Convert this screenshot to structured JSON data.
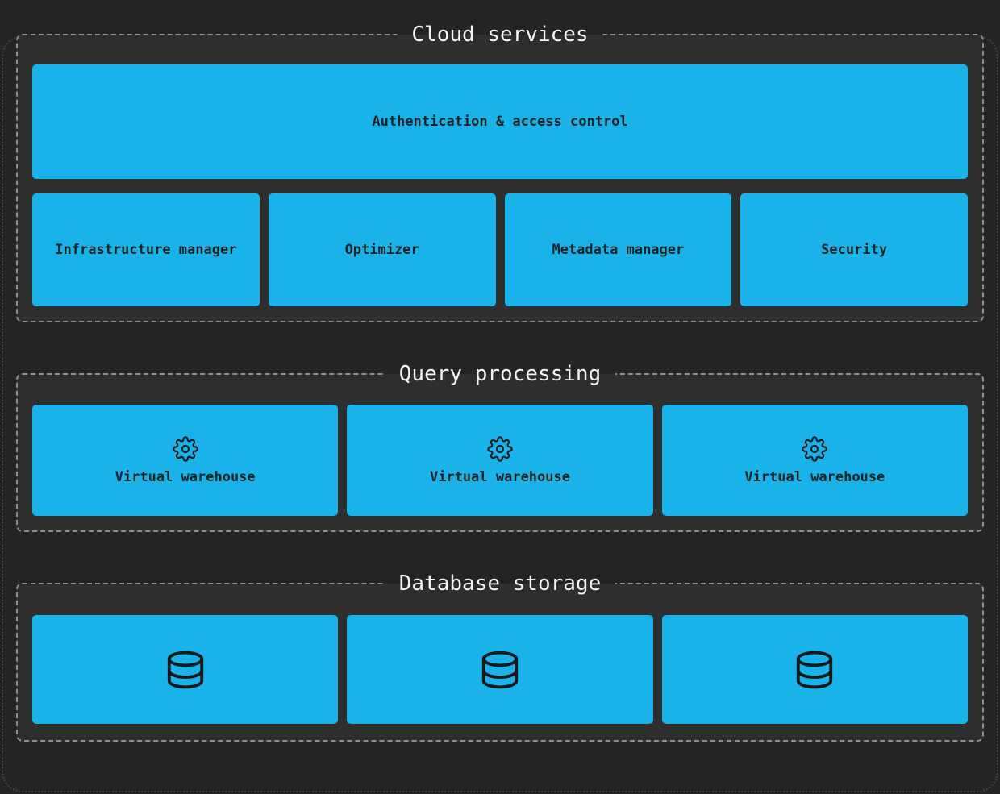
{
  "theme": {
    "page-bg": "#242424",
    "panel-bg": "#2e2e2e",
    "accent": "#1ab3e9",
    "dash": "#8e8e8e",
    "title-color": "#f4f4f4",
    "box-text": "#1f2224",
    "outer-dot": "#3e4444"
  },
  "cloud": {
    "title": "Cloud services",
    "banner": "Authentication & access control",
    "boxes": [
      "Infrastructure manager",
      "Optimizer",
      "Metadata manager",
      "Security"
    ]
  },
  "query": {
    "title": "Query processing",
    "warehouses": [
      {
        "label": "Virtual warehouse",
        "icon": "gear-icon"
      },
      {
        "label": "Virtual warehouse",
        "icon": "gear-icon"
      },
      {
        "label": "Virtual warehouse",
        "icon": "gear-icon"
      }
    ]
  },
  "storage": {
    "title": "Database storage",
    "databases": [
      {
        "icon": "database-icon"
      },
      {
        "icon": "database-icon"
      },
      {
        "icon": "database-icon"
      }
    ]
  }
}
